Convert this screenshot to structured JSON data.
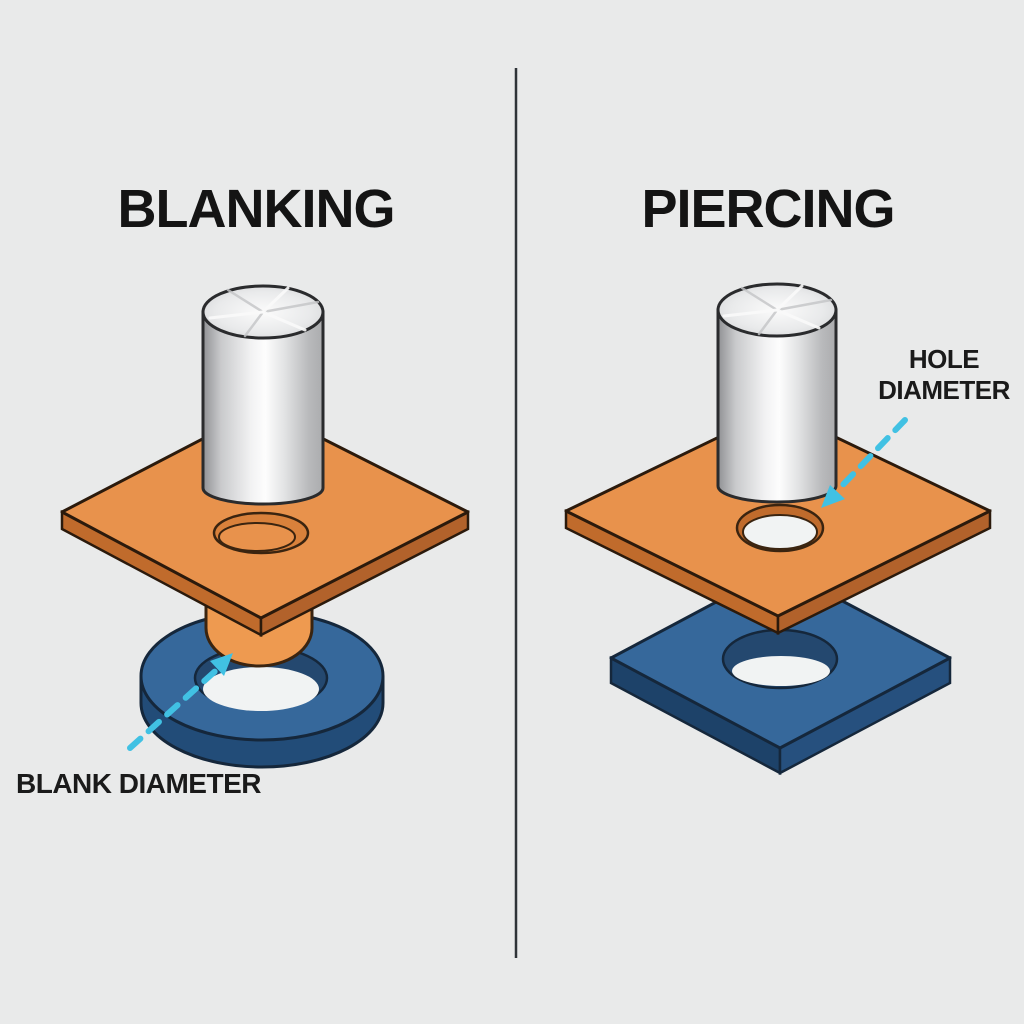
{
  "page": {
    "background": "#E9EAEA",
    "divider_color": "#2F3438"
  },
  "left_panel": {
    "title": "BLANKING",
    "label": "BLANK DIAMETER"
  },
  "right_panel": {
    "title": "PIERCING",
    "label": "HOLE DIAMETER"
  },
  "colors": {
    "title_text": "#141414",
    "label_text": "#1A1A1A",
    "sheet_top": "#E8924C",
    "sheet_edge_left": "#C06B2C",
    "sheet_edge_right": "#B2622B",
    "hole_rim_orange": "#D9813B",
    "blank_slug": "#EE9A50",
    "die_top": "#36689B",
    "die_band": "#224C78",
    "die_side_left": "#1D4269",
    "die_side_right": "#26507E",
    "die_hole_wall": "#24486F",
    "hole_through": "#F1F3F3",
    "arrow": "#41C1E3",
    "outline": "#2B1A0C",
    "metal_outline": "#2A2B2D"
  }
}
